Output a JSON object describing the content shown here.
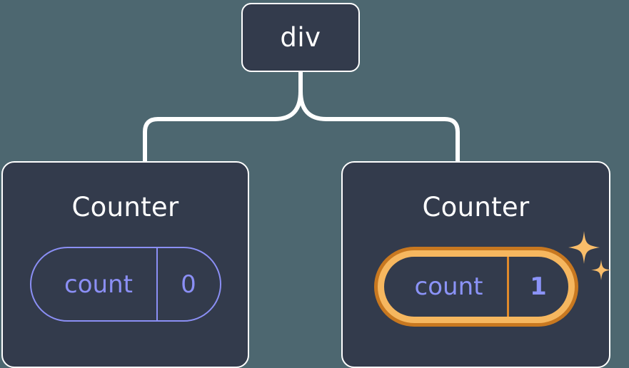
{
  "diagram": {
    "type": "component-tree",
    "background_color": "#4d6770",
    "node_fill_color": "#333b4c",
    "node_border_color": "#ffffff",
    "connector_color": "#ffffff",
    "state_accent_color": "#8b8ff5",
    "highlight_outer_color": "#c87820",
    "highlight_inner_color": "#f6b75f",
    "root": {
      "label": "div"
    },
    "children": [
      {
        "label": "Counter",
        "highlighted": false,
        "state": {
          "key": "count",
          "value": "0"
        }
      },
      {
        "label": "Counter",
        "highlighted": true,
        "state": {
          "key": "count",
          "value": "1"
        },
        "sparkle_icons": [
          "sparkle-large-icon",
          "sparkle-small-icon"
        ]
      }
    ]
  }
}
